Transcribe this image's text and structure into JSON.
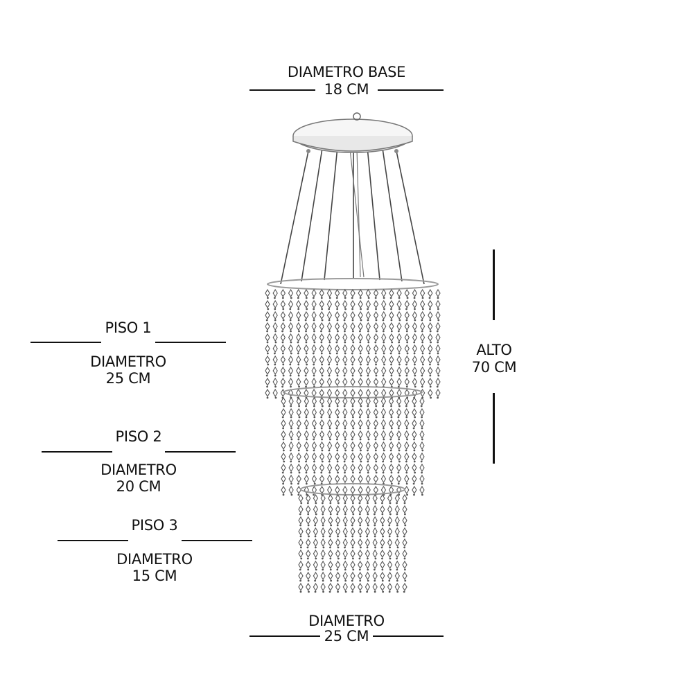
{
  "base": {
    "title": "DIAMETRO BASE",
    "value": "18 CM"
  },
  "tiers": [
    {
      "floor": "PISO 1",
      "label": "DIAMETRO",
      "value": "25 CM"
    },
    {
      "floor": "PISO 2",
      "label": "DIAMETRO",
      "value": "20 CM"
    },
    {
      "floor": "PISO 3",
      "label": "DIAMETRO",
      "value": "15 CM"
    }
  ],
  "height": {
    "label": "ALTO",
    "value": "70 CM"
  },
  "bottom": {
    "label": "DIAMETRO",
    "value": "25 CM"
  },
  "colors": {
    "ink": "#111111",
    "crystal": "#555555",
    "metal": "#999999"
  }
}
